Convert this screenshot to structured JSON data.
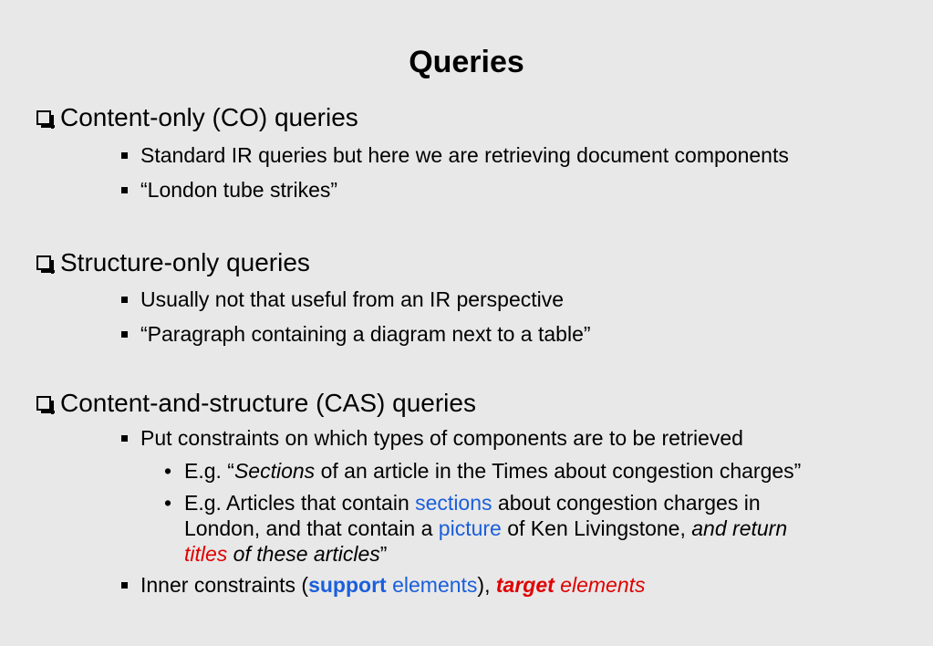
{
  "title": "Queries",
  "sections": [
    {
      "heading": "Content-only (CO) queries",
      "bullets": [
        "Standard IR queries but here we are  retrieving document components",
        "“London tube strikes”"
      ]
    },
    {
      "heading": "Structure-only queries",
      "bullets": [
        "Usually not that useful from an IR perspective",
        "“Paragraph containing a diagram next to a table”"
      ]
    },
    {
      "heading": "Content-and-structure (CAS) queries",
      "bullets": [
        "Put constraints on which types of components are to be retrieved"
      ],
      "sub1": {
        "prefix": "E.g. “",
        "sections": "Sections",
        "rest": " of an article in the Times about congestion charges”"
      },
      "sub2": {
        "t1": "E.g. Articles that contain ",
        "sections": "sections",
        "t2": " about congestion charges in",
        "t3": "London, and that contain a ",
        "picture": "picture",
        "t4": " of Ken Livingstone, ",
        "and_return": "and return",
        "titles": "titles",
        "of_these": " of these articles",
        "close_quote": "”"
      },
      "last": {
        "t1": "Inner constraints (",
        "support": "support",
        "elements1": " elements",
        "t2": "), ",
        "target": "target",
        "elements2": " elements"
      }
    }
  ],
  "colors": {
    "accent_blue": "#1a5fdb",
    "accent_red": "#e00000",
    "background": "#e8e8e8"
  }
}
